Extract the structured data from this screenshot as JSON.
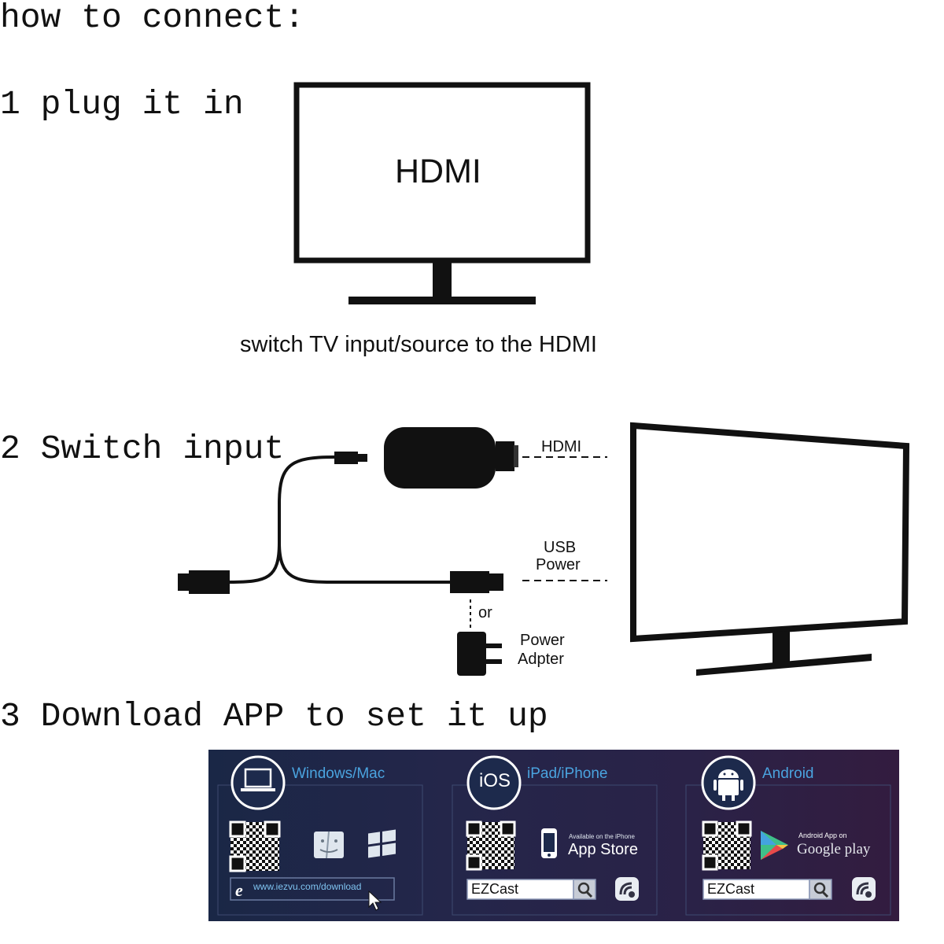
{
  "heading": "how to connect:",
  "step1": {
    "title": "1 plug it in",
    "screen_label": "HDMI",
    "caption": "switch TV input/source to the HDMI"
  },
  "step2": {
    "title": "2 Switch input",
    "hdmi_label": "HDMI",
    "usb_label_line1": "USB",
    "usb_label_line2": "Power",
    "or_label": "or",
    "adapter_line1": "Power",
    "adapter_line2": "Adpter"
  },
  "step3": {
    "title": "3 Download APP to set it up",
    "columns": [
      {
        "title": "Windows/Mac",
        "icon": "laptop-icon",
        "url": "www.iezvu.com/download"
      },
      {
        "title": "iPad/iPhone",
        "badge": "iOS",
        "store_small": "Available on the iPhone",
        "store_big": "App Store",
        "search_value": "EZCast"
      },
      {
        "title": "Android",
        "icon": "android-icon",
        "store_small": "Android App on",
        "store_big": "Google play",
        "search_value": "EZCast"
      }
    ],
    "accent_color": "#4aa3df"
  }
}
